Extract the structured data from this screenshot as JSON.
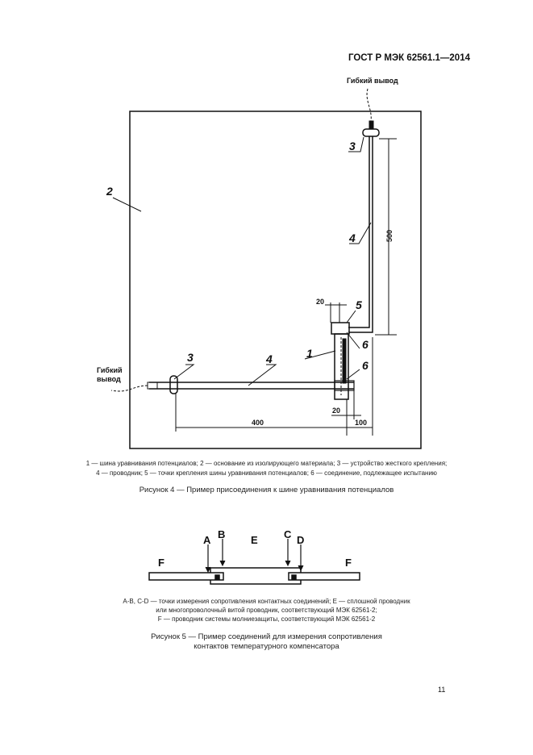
{
  "header": {
    "standard": "ГОСТ Р МЭК 62561.1—2014"
  },
  "figure4": {
    "flex_lead_top": "Гибкий вывод",
    "flex_lead_left_1": "Гибкий",
    "flex_lead_left_2": "вывод",
    "labels": {
      "l1": "1",
      "l2": "2",
      "l3a": "3",
      "l3b": "3",
      "l4a": "4",
      "l4b": "4",
      "l5": "5",
      "l6a": "6",
      "l6b": "6"
    },
    "dims": {
      "d500": "500",
      "d20a": "20",
      "d20b": "20",
      "d400": "400",
      "d100": "100"
    },
    "legend_line1": "1 — шина уравнивания потенциалов; 2 — основание из изолирующего материала; 3 — устройство жесткого крепления;",
    "legend_line2": "4 — проводник; 5 — точки крепления шины уравнивания потенциалов; 6 — соединение, подлежащее испытанию",
    "caption": "Рисунок  4 — Пример присоединения к шине уравнивания потенциалов"
  },
  "figure5": {
    "labels": {
      "a": "A",
      "b": "B",
      "c": "C",
      "d": "D",
      "e": "E",
      "f1": "F",
      "f2": "F"
    },
    "legend_line1": "A-B, C-D — точки измерения сопротивления контактных соединений; E — сплошной проводник",
    "legend_line2": "или многопроволочный витой проводник, соответствующий МЭК 62561-2;",
    "legend_line3": "F — проводник системы молниезащиты, соответствующий МЭК 62561-2",
    "caption_line1": "Рисунок  5 — Пример соединений для измерения сопротивления",
    "caption_line2": "контактов температурного компенсатора"
  },
  "page_number": "11"
}
